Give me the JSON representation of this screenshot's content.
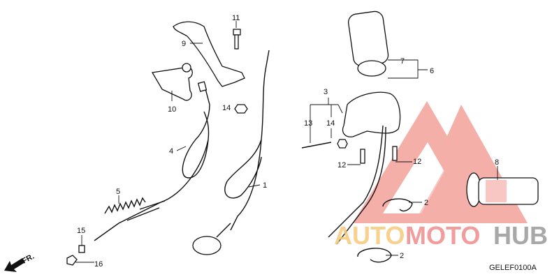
{
  "diagram": {
    "code": "GELEF0100A",
    "direction_label": "FR.",
    "callouts": {
      "c1": "1",
      "c2a": "2",
      "c2b": "2",
      "c3": "3",
      "c4": "4",
      "c5": "5",
      "c6": "6",
      "c7": "7",
      "c8": "8",
      "c9": "9",
      "c10": "10",
      "c11": "11",
      "c12a": "12",
      "c12b": "12",
      "c13": "13",
      "c14a": "14",
      "c14b": "14",
      "c15": "15",
      "c16": "16"
    }
  },
  "watermark": {
    "part1": "AUTO",
    "part2": "MOTO",
    "part3": "HUB",
    "colors": {
      "triangle": "#f4a29b",
      "auto": "#f7c97c",
      "moto": "#f08c8c",
      "hub": "#9a9a9a"
    }
  }
}
